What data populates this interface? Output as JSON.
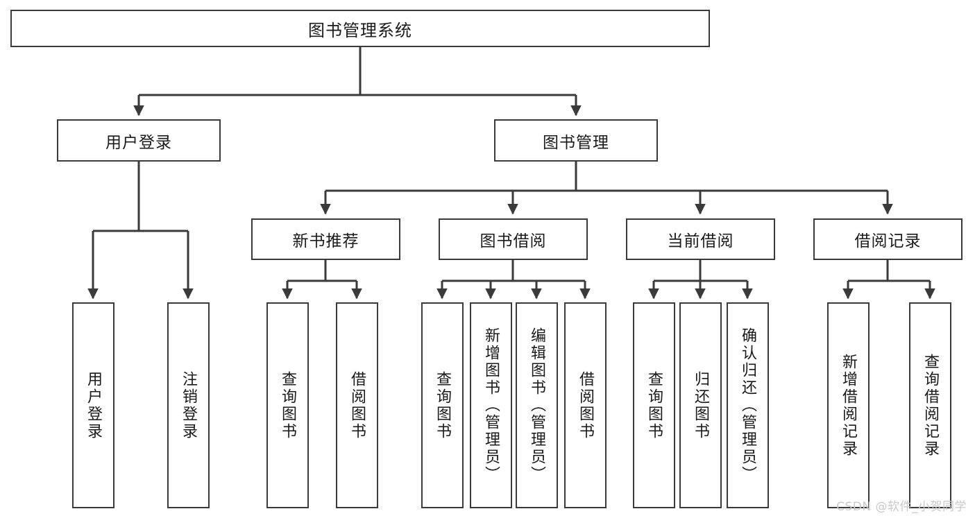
{
  "diagram": {
    "type": "tree-hierarchy-chart",
    "title": "图书管理系统",
    "stroke_color": "#3a3a3a",
    "background_color": "#ffffff",
    "text_color": "#1a1a1a"
  },
  "root": {
    "label": "图书管理系统"
  },
  "level2": [
    {
      "id": "user-login",
      "label": "用户登录"
    },
    {
      "id": "book-manage",
      "label": "图书管理"
    }
  ],
  "level3": [
    {
      "id": "new-book-recommend",
      "label": "新书推荐"
    },
    {
      "id": "book-borrow",
      "label": "图书借阅"
    },
    {
      "id": "current-borrow",
      "label": "当前借阅"
    },
    {
      "id": "borrow-record",
      "label": "借阅记录"
    }
  ],
  "leaves": {
    "user_login": [
      {
        "id": "leaf-user-login",
        "label": "用户登录"
      },
      {
        "id": "leaf-logout-login",
        "label": "注销登录"
      }
    ],
    "new_book_recommend": [
      {
        "id": "leaf-query-book-1",
        "label": "查询图书"
      },
      {
        "id": "leaf-borrow-book-1",
        "label": "借阅图书"
      }
    ],
    "book_borrow": [
      {
        "id": "leaf-query-book-2",
        "label": "查询图书"
      },
      {
        "id": "leaf-add-book",
        "label": "新增图书（管理员）"
      },
      {
        "id": "leaf-edit-book",
        "label": "编辑图书（管理员）"
      },
      {
        "id": "leaf-borrow-book-2",
        "label": "借阅图书"
      }
    ],
    "current_borrow": [
      {
        "id": "leaf-query-book-3",
        "label": "查询图书"
      },
      {
        "id": "leaf-return-book",
        "label": "归还图书"
      },
      {
        "id": "leaf-confirm-return",
        "label": "确认归还（管理员）"
      }
    ],
    "borrow_record": [
      {
        "id": "leaf-add-borrow-record",
        "label": "新增借阅记录"
      },
      {
        "id": "leaf-query-borrow-record",
        "label": "查询借阅记录"
      }
    ]
  },
  "watermark": {
    "text": "CSDN @软件_小贺同学"
  }
}
